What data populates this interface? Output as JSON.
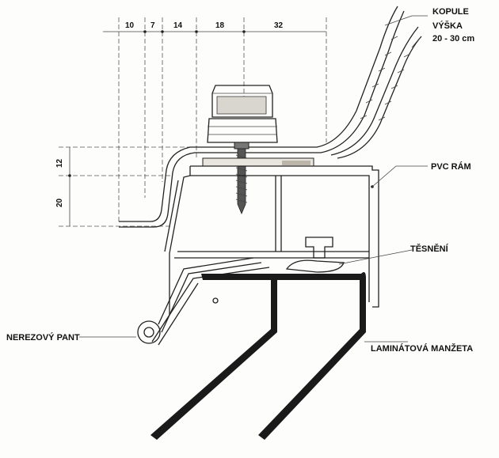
{
  "dimensions": {
    "top": [
      "10",
      "7",
      "14",
      "18",
      "32"
    ],
    "side": [
      "12",
      "20"
    ]
  },
  "labels": {
    "kopule": "KOPULE",
    "vyska": "VÝŠKA",
    "vyska_range": "20 - 30 cm",
    "pvc_ram": "PVC RÁM",
    "tesneni": "TĚSNĚNÍ",
    "nerezovy_pant": "NEREZOVÝ PANT",
    "laminatova_manzeta": "LAMINÁTOVÁ MANŽETA"
  }
}
